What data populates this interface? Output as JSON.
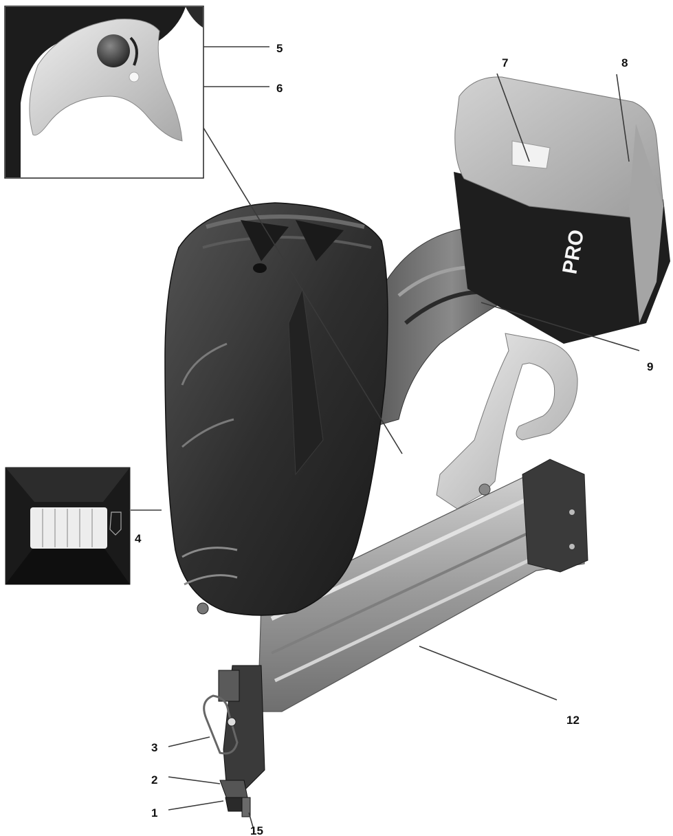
{
  "colors": {
    "housing_dark": "#2b2b2b",
    "housing_mid": "#444444",
    "housing_light": "#6e6e6e",
    "battery_grey": "#b5b5b5",
    "battery_band": "#1e1e1e",
    "magazine_grey": "#a8a8a8",
    "bracket_light": "#d6d6d6",
    "leader_line": "#3a3a3a"
  },
  "battery": {
    "brand_label": "PRO"
  },
  "callouts": [
    {
      "id": "1",
      "label": "1"
    },
    {
      "id": "2",
      "label": "2"
    },
    {
      "id": "3",
      "label": "3"
    },
    {
      "id": "4",
      "label": "4"
    },
    {
      "id": "5",
      "label": "5"
    },
    {
      "id": "6",
      "label": "6"
    },
    {
      "id": "7",
      "label": "7"
    },
    {
      "id": "8",
      "label": "8"
    },
    {
      "id": "9",
      "label": "9"
    },
    {
      "id": "12",
      "label": "12"
    },
    {
      "id": "15",
      "label": "15"
    }
  ]
}
